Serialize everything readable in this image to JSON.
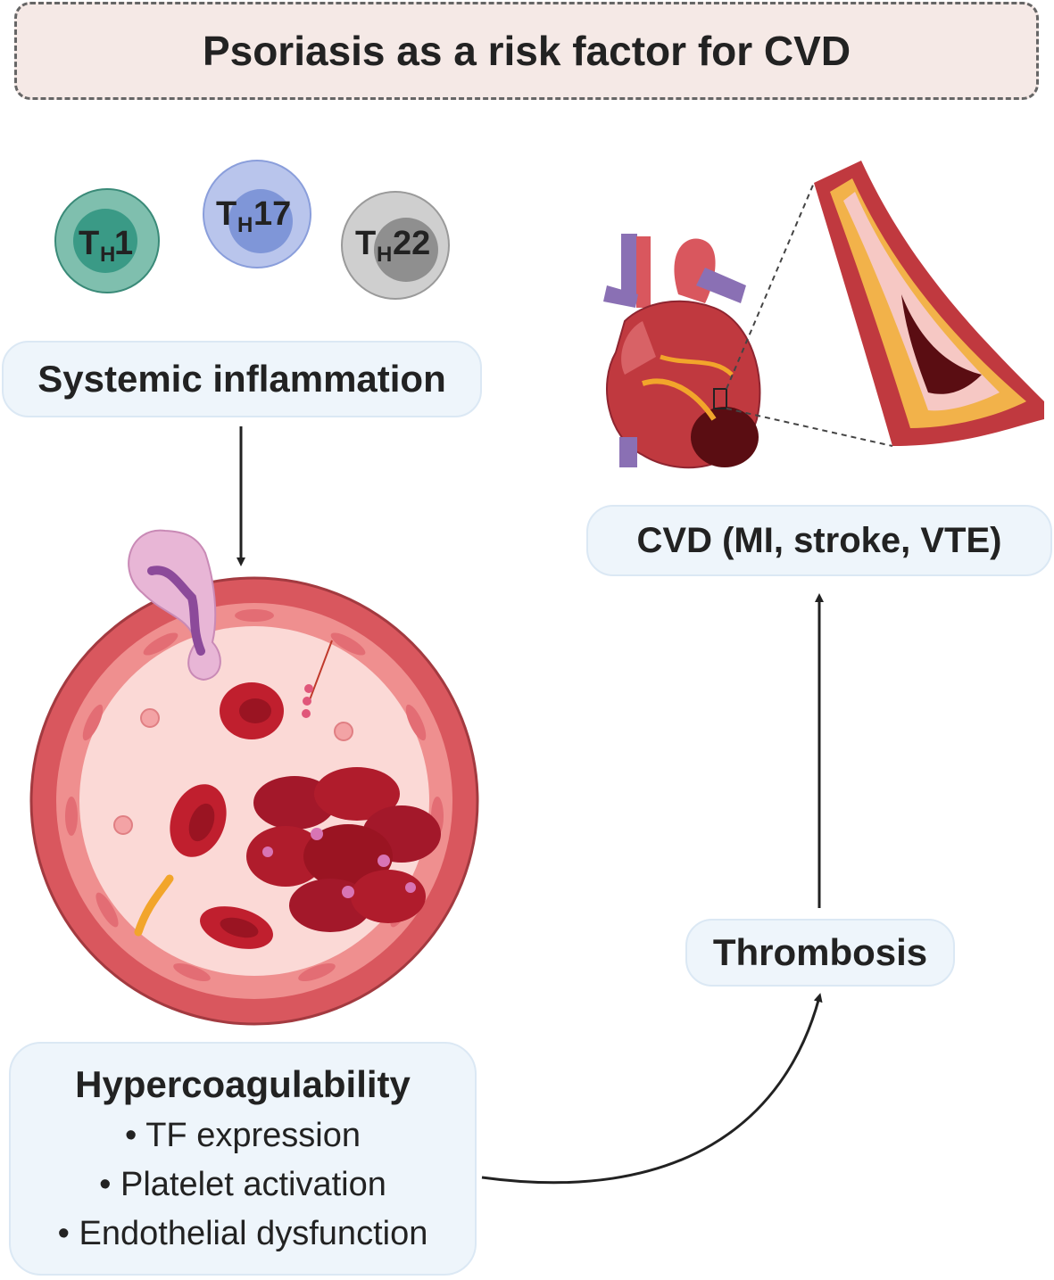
{
  "title": "Psoriasis as a risk factor for CVD",
  "cells": [
    {
      "main": "T",
      "sub": "H",
      "num": "1",
      "color": "#3a9a86"
    },
    {
      "main": "T",
      "sub": "H",
      "num": "17",
      "color": "#7f96d8"
    },
    {
      "main": "T",
      "sub": "H",
      "num": "22",
      "color": "#8f8f8f"
    }
  ],
  "systemic_label": "Systemic inflammation",
  "hypercoagulability": {
    "title": "Hypercoagulability",
    "items": [
      "TF expression",
      "Platelet activation",
      "Endothelial dysfunction"
    ]
  },
  "thrombosis_label": "Thrombosis",
  "cvd_label": "CVD (MI, stroke, VTE)"
}
